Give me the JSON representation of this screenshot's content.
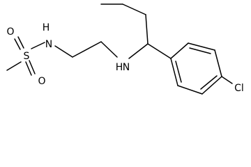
{
  "molecule": {
    "atoms": {
      "sulfur": "S",
      "oxygen_left": "O",
      "oxygen_bottom": "O",
      "sulfonamide_nitrogen": "N",
      "sulfonamide_hydrogen": "H",
      "amine_nitrogen": "N",
      "amine_hydrogen": "H",
      "chlorine": "Cl"
    }
  }
}
